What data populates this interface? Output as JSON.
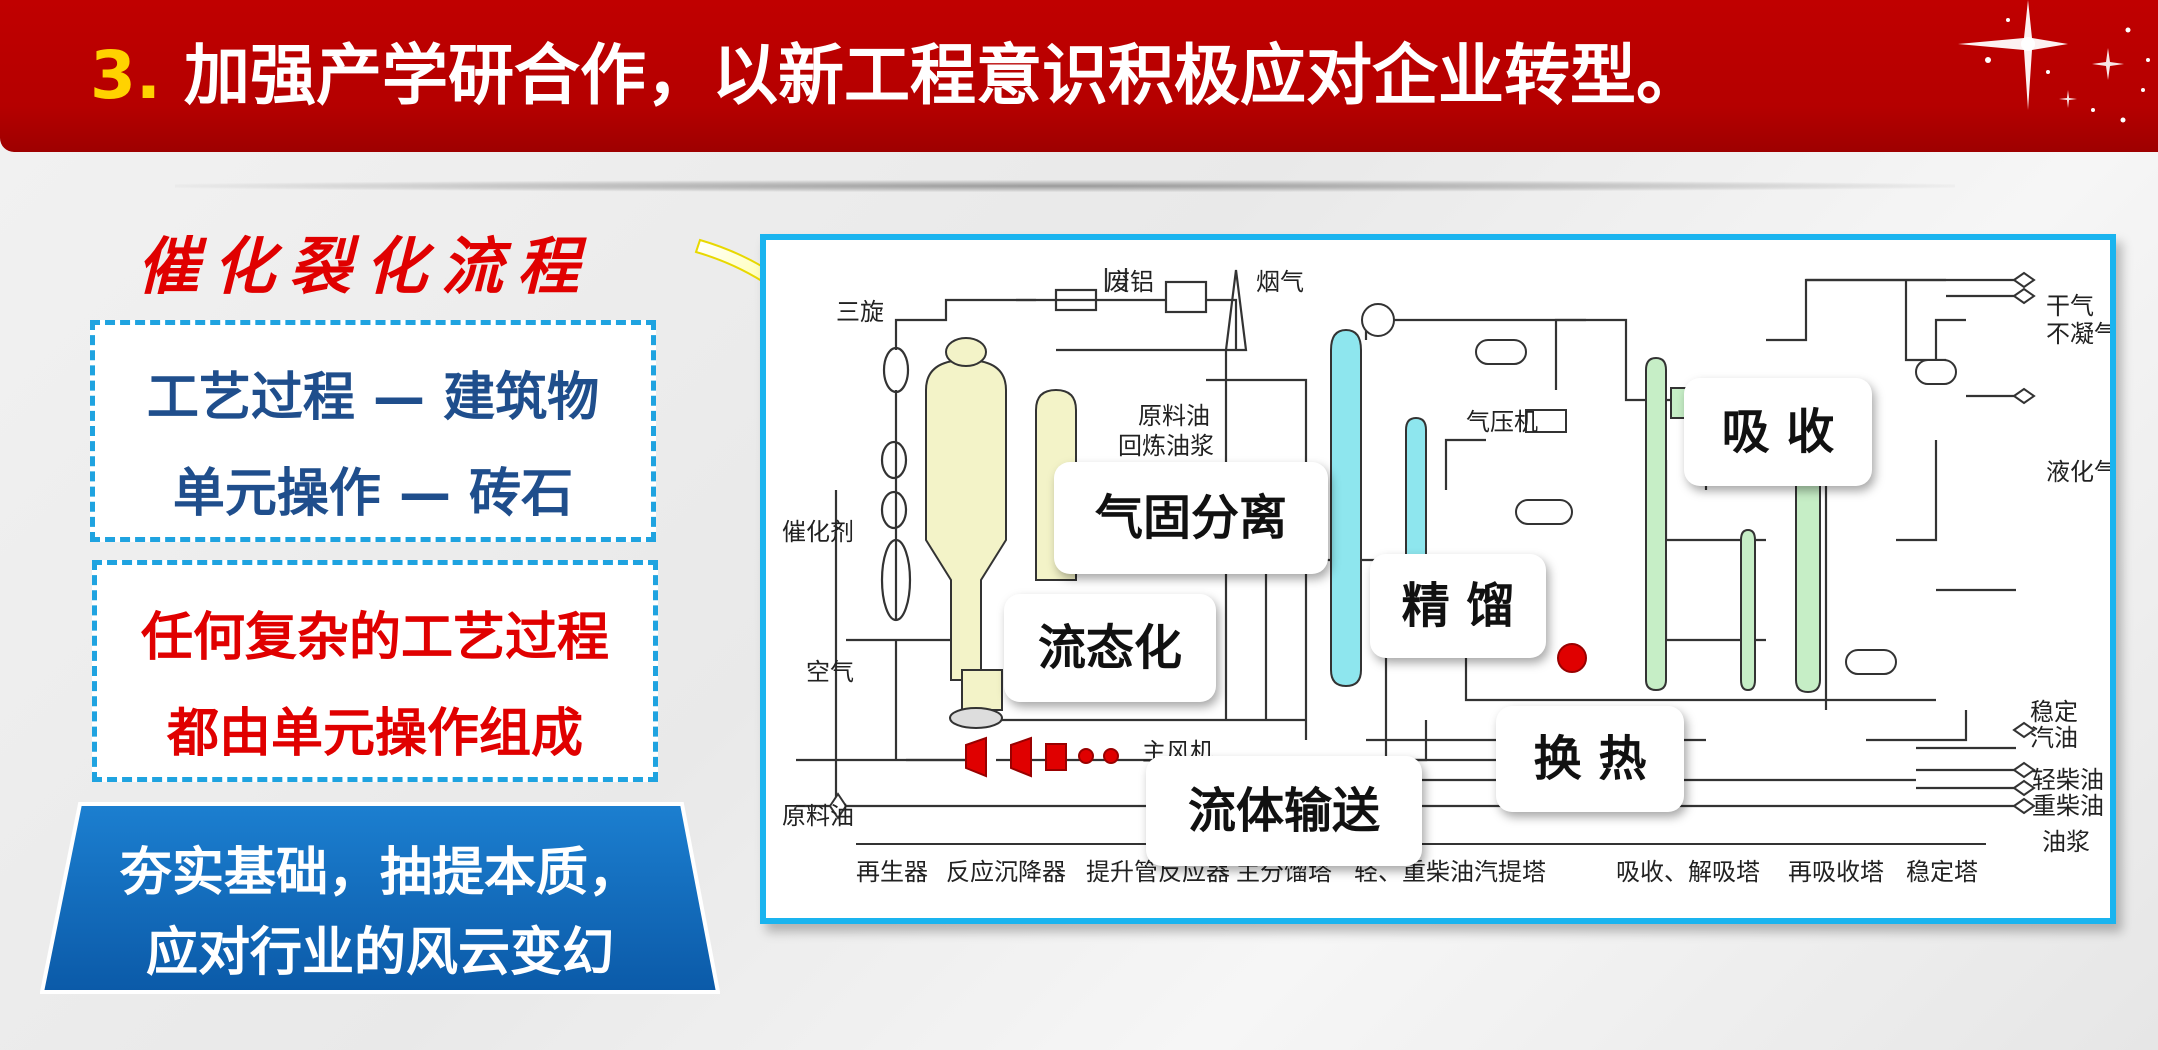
{
  "header": {
    "title_num": "3.",
    "title_text": "加强产学研合作，以新工程意识积极应对企业转型。"
  },
  "subtitle": "催化裂化流程",
  "box1": {
    "line1": "工艺过程 — 建筑物",
    "line2": "单元操作 — 砖石"
  },
  "box2": {
    "line1": "任何复杂的工艺过程",
    "line2": "都由单元操作组成"
  },
  "bluebox": {
    "line1": "夯实基础，抽提本质，",
    "line2": "应对行业的风云变幻"
  },
  "diagram": {
    "labels": {
      "sanxuan": "三旋",
      "feilv": "废铝",
      "yanqi": "烟气",
      "yuanliaoyou_huilian": "原料油",
      "huilian_youjiang": "回炼油浆",
      "cuihuaji": "催化剂",
      "kongqi": "空气",
      "zhufengji": "主风机",
      "yan": "烟",
      "yuanliaoyou": "原料油",
      "qiyaji": "气压机",
      "ganqi": "干气",
      "buningqi": "不凝气",
      "yehuaqi": "液化气",
      "wending": "稳定",
      "qiyou": "汽油",
      "qingchaiyou": "轻柴油",
      "zhongchaiyou": "重柴油",
      "youjiang": "油浆"
    },
    "bottom_labels": [
      "再生器",
      "反应沉降器",
      "提升管反应器",
      "主分馏塔",
      "轻、重柴油汽提塔",
      "吸收、解吸塔",
      "再吸收塔",
      "稳定塔"
    ],
    "colors": {
      "frame": "#1ab4ef",
      "reactor": "#f3f3c8",
      "fractionator": "#8ee6ee",
      "absorber": "#c6eec6"
    }
  },
  "callouts": {
    "qigu": "气固分离",
    "liutaihua": "流态化",
    "jingliu": "精 馏",
    "xishou": "吸 收",
    "huanre": "换 热",
    "liuti": "流体输送"
  }
}
